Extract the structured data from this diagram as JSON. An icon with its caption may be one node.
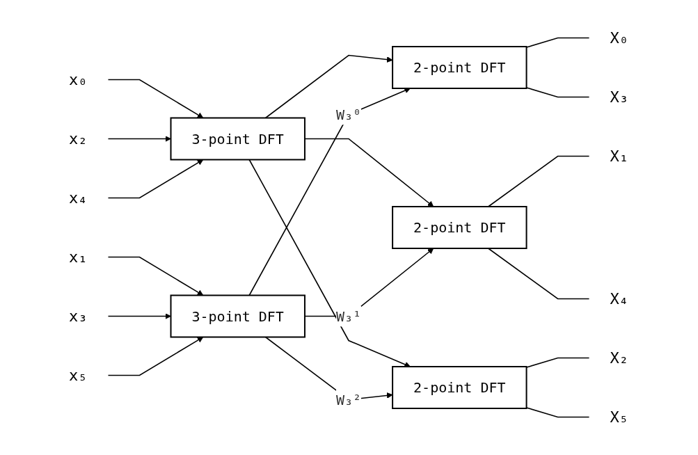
{
  "diagram": {
    "nodes": [
      {
        "text": [
          "x₀"
        ]
      },
      {
        "text": [
          "x₂"
        ]
      },
      {
        "text": [
          "x₄"
        ]
      },
      {
        "text": [
          "3-point DFT"
        ]
      },
      {
        "text": [
          "x₁"
        ]
      },
      {
        "text": [
          "x₃"
        ]
      },
      {
        "text": [
          "x₅"
        ]
      },
      {
        "text": [
          "3-point DFT"
        ]
      },
      {
        "text": [
          "2-point DFT"
        ]
      },
      {
        "text": [
          "2-point DFT"
        ]
      },
      {
        "text": [
          "2-point DFT"
        ]
      },
      {
        "text": [
          "X₀"
        ]
      },
      {
        "text": [
          "X₃"
        ]
      },
      {
        "text": [
          "X₁"
        ]
      },
      {
        "text": [
          "X₄"
        ]
      },
      {
        "text": [
          "X₂"
        ]
      },
      {
        "text": [
          "X₅"
        ]
      }
    ],
    "edges": [
      {
        "from": 0,
        "to": 3,
        "arrow": "to"
      },
      {
        "from": 1,
        "to": 3,
        "arrow": "to"
      },
      {
        "from": 2,
        "to": 3,
        "arrow": "to"
      },
      {
        "from": 4,
        "to": 7,
        "arrow": "to"
      },
      {
        "from": 5,
        "to": 7,
        "arrow": "to"
      },
      {
        "from": 6,
        "to": 7,
        "arrow": "to"
      },
      {
        "from": 3,
        "to": 8,
        "arrow": "to"
      },
      {
        "from": 3,
        "to": 9,
        "arrow": "to"
      },
      {
        "from": 3,
        "to": 10,
        "arrow": "to"
      },
      {
        "from": 7,
        "to": 8,
        "arrow": "to",
        "label": "W₃⁰"
      },
      {
        "from": 7,
        "to": 9,
        "arrow": "to",
        "label": "W₃¹"
      },
      {
        "from": 7,
        "to": 10,
        "arrow": "to",
        "label": "W₃²"
      },
      {
        "from": 8,
        "to": 11,
        "arrow": "none"
      },
      {
        "from": 8,
        "to": 12,
        "arrow": "none"
      },
      {
        "from": 9,
        "to": 13,
        "arrow": "none"
      },
      {
        "from": 9,
        "to": 14,
        "arrow": "none"
      },
      {
        "from": 10,
        "to": 15,
        "arrow": "none"
      },
      {
        "from": 10,
        "to": 16,
        "arrow": "none"
      }
    ]
  }
}
